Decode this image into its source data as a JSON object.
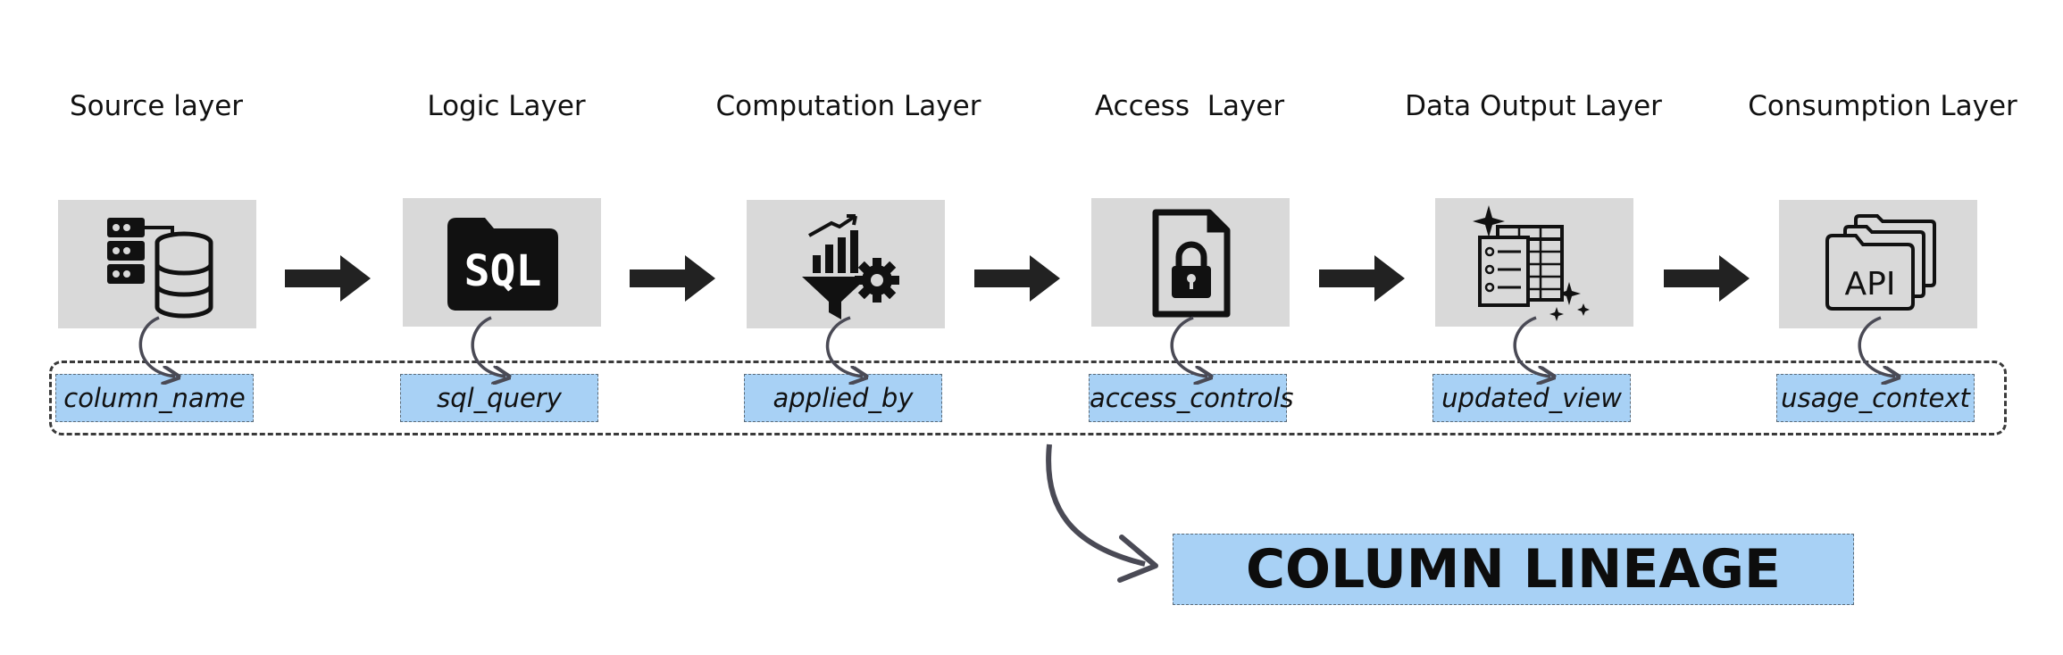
{
  "layers": [
    {
      "title": "Source layer",
      "icon": "database-server-icon",
      "field": "column_name"
    },
    {
      "title": "Logic Layer",
      "icon": "sql-folder-icon",
      "field": "sql_query"
    },
    {
      "title": "Computation Layer",
      "icon": "funnel-gear-chart-icon",
      "field": "applied_by"
    },
    {
      "title": "Access  Layer",
      "icon": "locked-document-icon",
      "field": "access_controls"
    },
    {
      "title": "Data Output Layer",
      "icon": "sparkle-table-icon",
      "field": "updated_view"
    },
    {
      "title": "Consumption Layer",
      "icon": "api-folder-icon",
      "field": "usage_context"
    }
  ],
  "icon_text": {
    "sql": "SQL",
    "api": "API"
  },
  "result": {
    "label": "COLUMN LINEAGE"
  },
  "colors": {
    "box_gray": "#d9d9d9",
    "field_blue": "#a8d1f5",
    "arrow_dark": "#222222",
    "curve_gray": "#4a4a55"
  }
}
